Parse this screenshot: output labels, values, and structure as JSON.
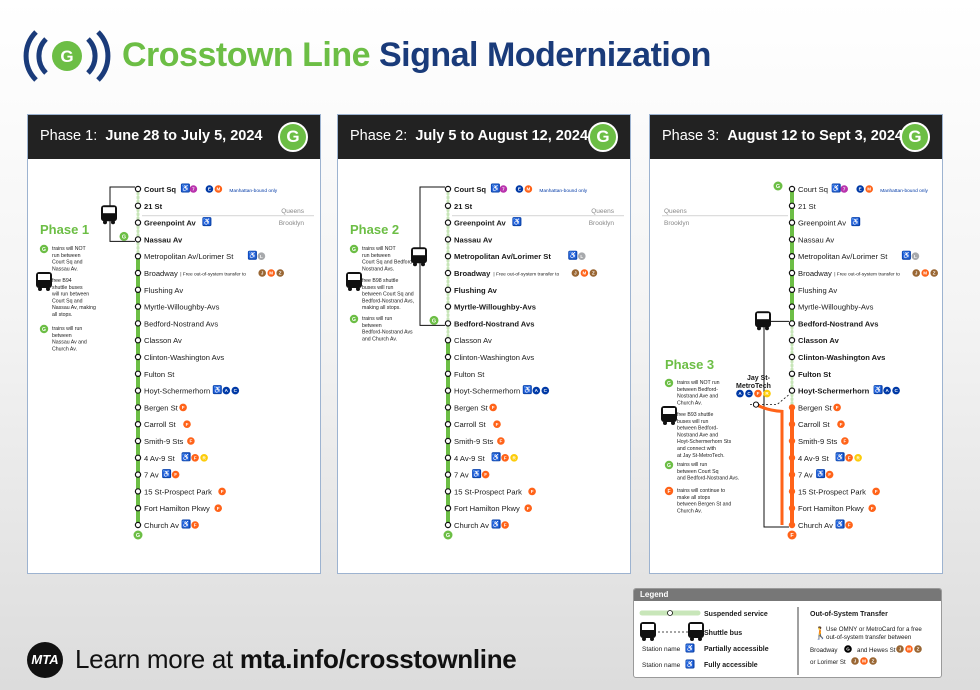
{
  "header": {
    "line_name": "Crosstown Line",
    "title_rest": "Signal Modernization",
    "route_letter": "G"
  },
  "colors": {
    "g_line": "#6cbe45",
    "f_line": "#ff6319",
    "navy": "#1a3b7a",
    "accessible": "#0039a6"
  },
  "panels": [
    {
      "label": "Phase 1:",
      "dates": "June 28 to July 5, 2024",
      "phase_name": "Phase 1",
      "notes": [
        [
          "trains will NOT",
          "run between",
          "Court Sq and",
          "Nassau Av."
        ],
        [
          "free B94",
          "shuttle buses",
          "will run between",
          "Court Sq and",
          "Nassau Av, making",
          "all stops."
        ],
        [
          "trains will run",
          "between",
          "Nassau Av and",
          "Church Av."
        ]
      ]
    },
    {
      "label": "Phase 2:",
      "dates": "July 5 to August 12, 2024",
      "phase_name": "Phase 2",
      "notes": [
        [
          "trains will NOT",
          "run between",
          "Court Sq and Bedford-",
          "Nostrand Avs."
        ],
        [
          "free B98 shuttle",
          "buses will run",
          "between Court Sq and",
          "Bedford-Nostrand Avs,",
          "making all stops."
        ],
        [
          "trains will run",
          "between",
          "Bedford-Nostrand Avs",
          "and Church Av."
        ]
      ]
    },
    {
      "label": "Phase 3:",
      "dates": "August 12 to Sept 3, 2024",
      "phase_name": "Phase 3",
      "notes": [
        [
          "trains will NOT run",
          "between Bedford-",
          "Nostrand Ave and",
          "Church Av."
        ],
        [
          "free B93 shuttle",
          "buses will run",
          "between Bedford-",
          "Nostrand Ave and",
          "Hoyt-Schermerhorn Sts",
          "and connect with",
          "at Jay St-MetroTech."
        ],
        [
          "trains will run",
          "between Court Sq",
          "and Bedford-Nostrand Avs."
        ],
        [
          "trains will continue to",
          "make all stops",
          "between Bergen St and",
          "Church Av."
        ]
      ],
      "jay_st": [
        "Jay St-",
        "MetroTech"
      ]
    }
  ],
  "stations": [
    "Court Sq",
    "21 St",
    "Greenpoint Av",
    "Nassau Av",
    "Metropolitan Av/Lorimer St",
    "Broadway",
    "Flushing Av",
    "Myrtle-Willoughby-Avs",
    "Bedford-Nostrand Avs",
    "Classon Av",
    "Clinton-Washington Avs",
    "Fulton St",
    "Hoyt-Schermerhorn",
    "Bergen St",
    "Carroll St",
    "Smith-9 Sts",
    "4 Av-9 St",
    "7 Av",
    "15 St-Prospect Park",
    "Fort Hamilton Pkwy",
    "Church Av"
  ],
  "station_notes": {
    "manhattan_bound": "Manhattan-bound only",
    "free_transfer": "Free out-of-system transfer to",
    "queens": "Queens",
    "brooklyn": "Brooklyn"
  },
  "legend": {
    "title": "Legend",
    "suspended": "Suspended service",
    "shuttle": "Shuttle bus",
    "station_name": "Station name",
    "partial": "Partially accessible",
    "full": "Fully accessible",
    "oos_title": "Out-of-System Transfer",
    "oos_text": [
      "Use OMNY or MetroCard for a free",
      "out-of-system transfer between",
      "Broadway",
      "and Hewes St",
      "or Lorimer St"
    ]
  },
  "footer": {
    "logo": "MTA",
    "learn_prefix": "Learn more at",
    "url": "mta.info/crosstownline"
  }
}
